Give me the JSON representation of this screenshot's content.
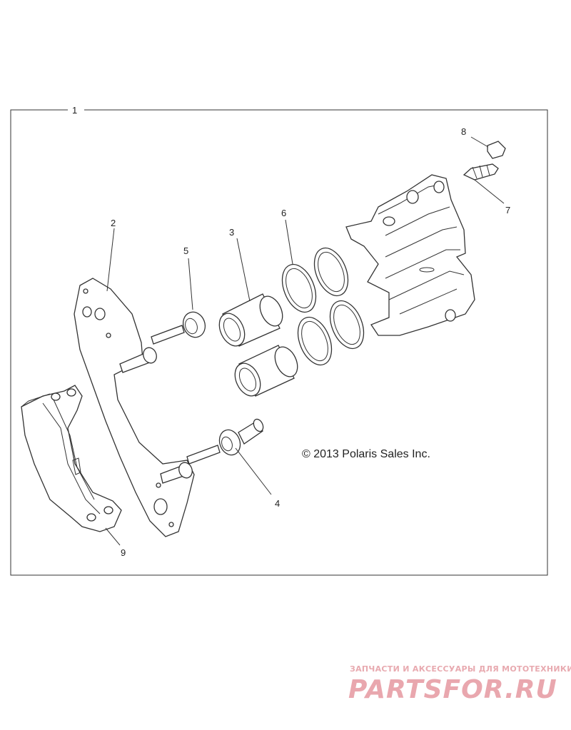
{
  "diagram": {
    "assembly_label": "1",
    "copyright": "© 2013 Polaris Sales Inc.",
    "callouts": {
      "bracket": "2",
      "piston": "3",
      "lower_pin": "4",
      "upper_boot": "5",
      "seals": "6",
      "bleeder": "7",
      "cap": "8",
      "pad": "9"
    }
  },
  "watermark": {
    "tagline": "ЗАПЧАСТИ И АКСЕССУАРЫ ДЛЯ МОТОТЕХНИКИ",
    "brand": "PARTSFOR.RU"
  }
}
